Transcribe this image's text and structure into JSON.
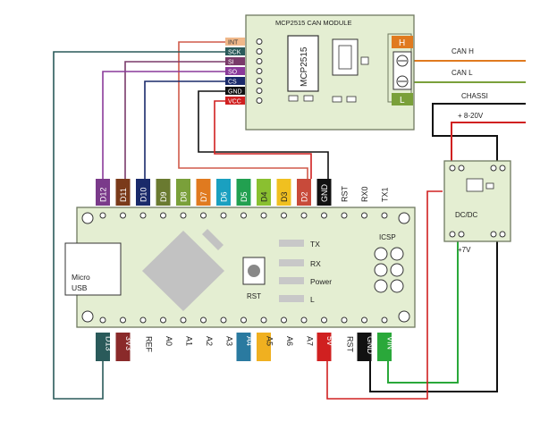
{
  "module": {
    "title": "MCP2515 CAN MODULE",
    "chip": "MCP2515",
    "pins": [
      "INT",
      "SCK",
      "SI",
      "SO",
      "CS",
      "GND",
      "VCC"
    ],
    "can_pins": [
      "H",
      "L"
    ]
  },
  "external": {
    "can_h": "CAN H",
    "can_l": "CAN L",
    "chassis": "CHASSI",
    "supply": "+ 8-20V"
  },
  "dcdc": {
    "label": "DC/DC",
    "output": "+7V"
  },
  "nano": {
    "top_pins": [
      "D12",
      "D11",
      "D10",
      "D9",
      "D8",
      "D7",
      "D6",
      "D5",
      "D4",
      "D3",
      "D2",
      "GND",
      "RST",
      "RX0",
      "TX1"
    ],
    "bottom_pins": [
      "D13",
      "3V3",
      "REF",
      "A0",
      "A1",
      "A2",
      "A3",
      "A4",
      "A5",
      "A6",
      "A7",
      "5V",
      "RST",
      "GND",
      "VIN"
    ],
    "usb_line1": "Micro",
    "usb_line2": "USB",
    "leds": [
      "TX",
      "RX",
      "Power",
      "L"
    ],
    "icsp": "ICSP",
    "reset": "RST"
  },
  "colors": {
    "board": "#e4eed2",
    "board_border": "#6f7a60",
    "can_h": "#e07a1f",
    "can_l": "#7aa03a",
    "red": "#d02020",
    "green": "#2aa83a",
    "black": "#111111",
    "sck": "#2a5a5a",
    "si": "#7a3a6a",
    "so": "#7a2050",
    "cs": "#1a2a6a",
    "vcc": "#d02020",
    "int": "#f0b88a",
    "pin_colors_top": [
      "#7a3a8a",
      "#7a3a1a",
      "#1a2a6a",
      "#6a7a30",
      "#7aa03a",
      "#e07a1f",
      "#1aa0c0",
      "#22a050",
      "#8ac030",
      "#f0c020",
      "#c84a3a",
      "#111111",
      "#ffffff",
      "#ffffff",
      "#ffffff"
    ],
    "pin_colors_bottom": [
      "#2a5a5a",
      "#8a2a2a",
      "#ffffff",
      "#ffffff",
      "#ffffff",
      "#ffffff",
      "#ffffff",
      "#2a7aa0",
      "#f0b020",
      "#ffffff",
      "#ffffff",
      "#d02020",
      "#ffffff",
      "#111111",
      "#2aa83a"
    ]
  }
}
